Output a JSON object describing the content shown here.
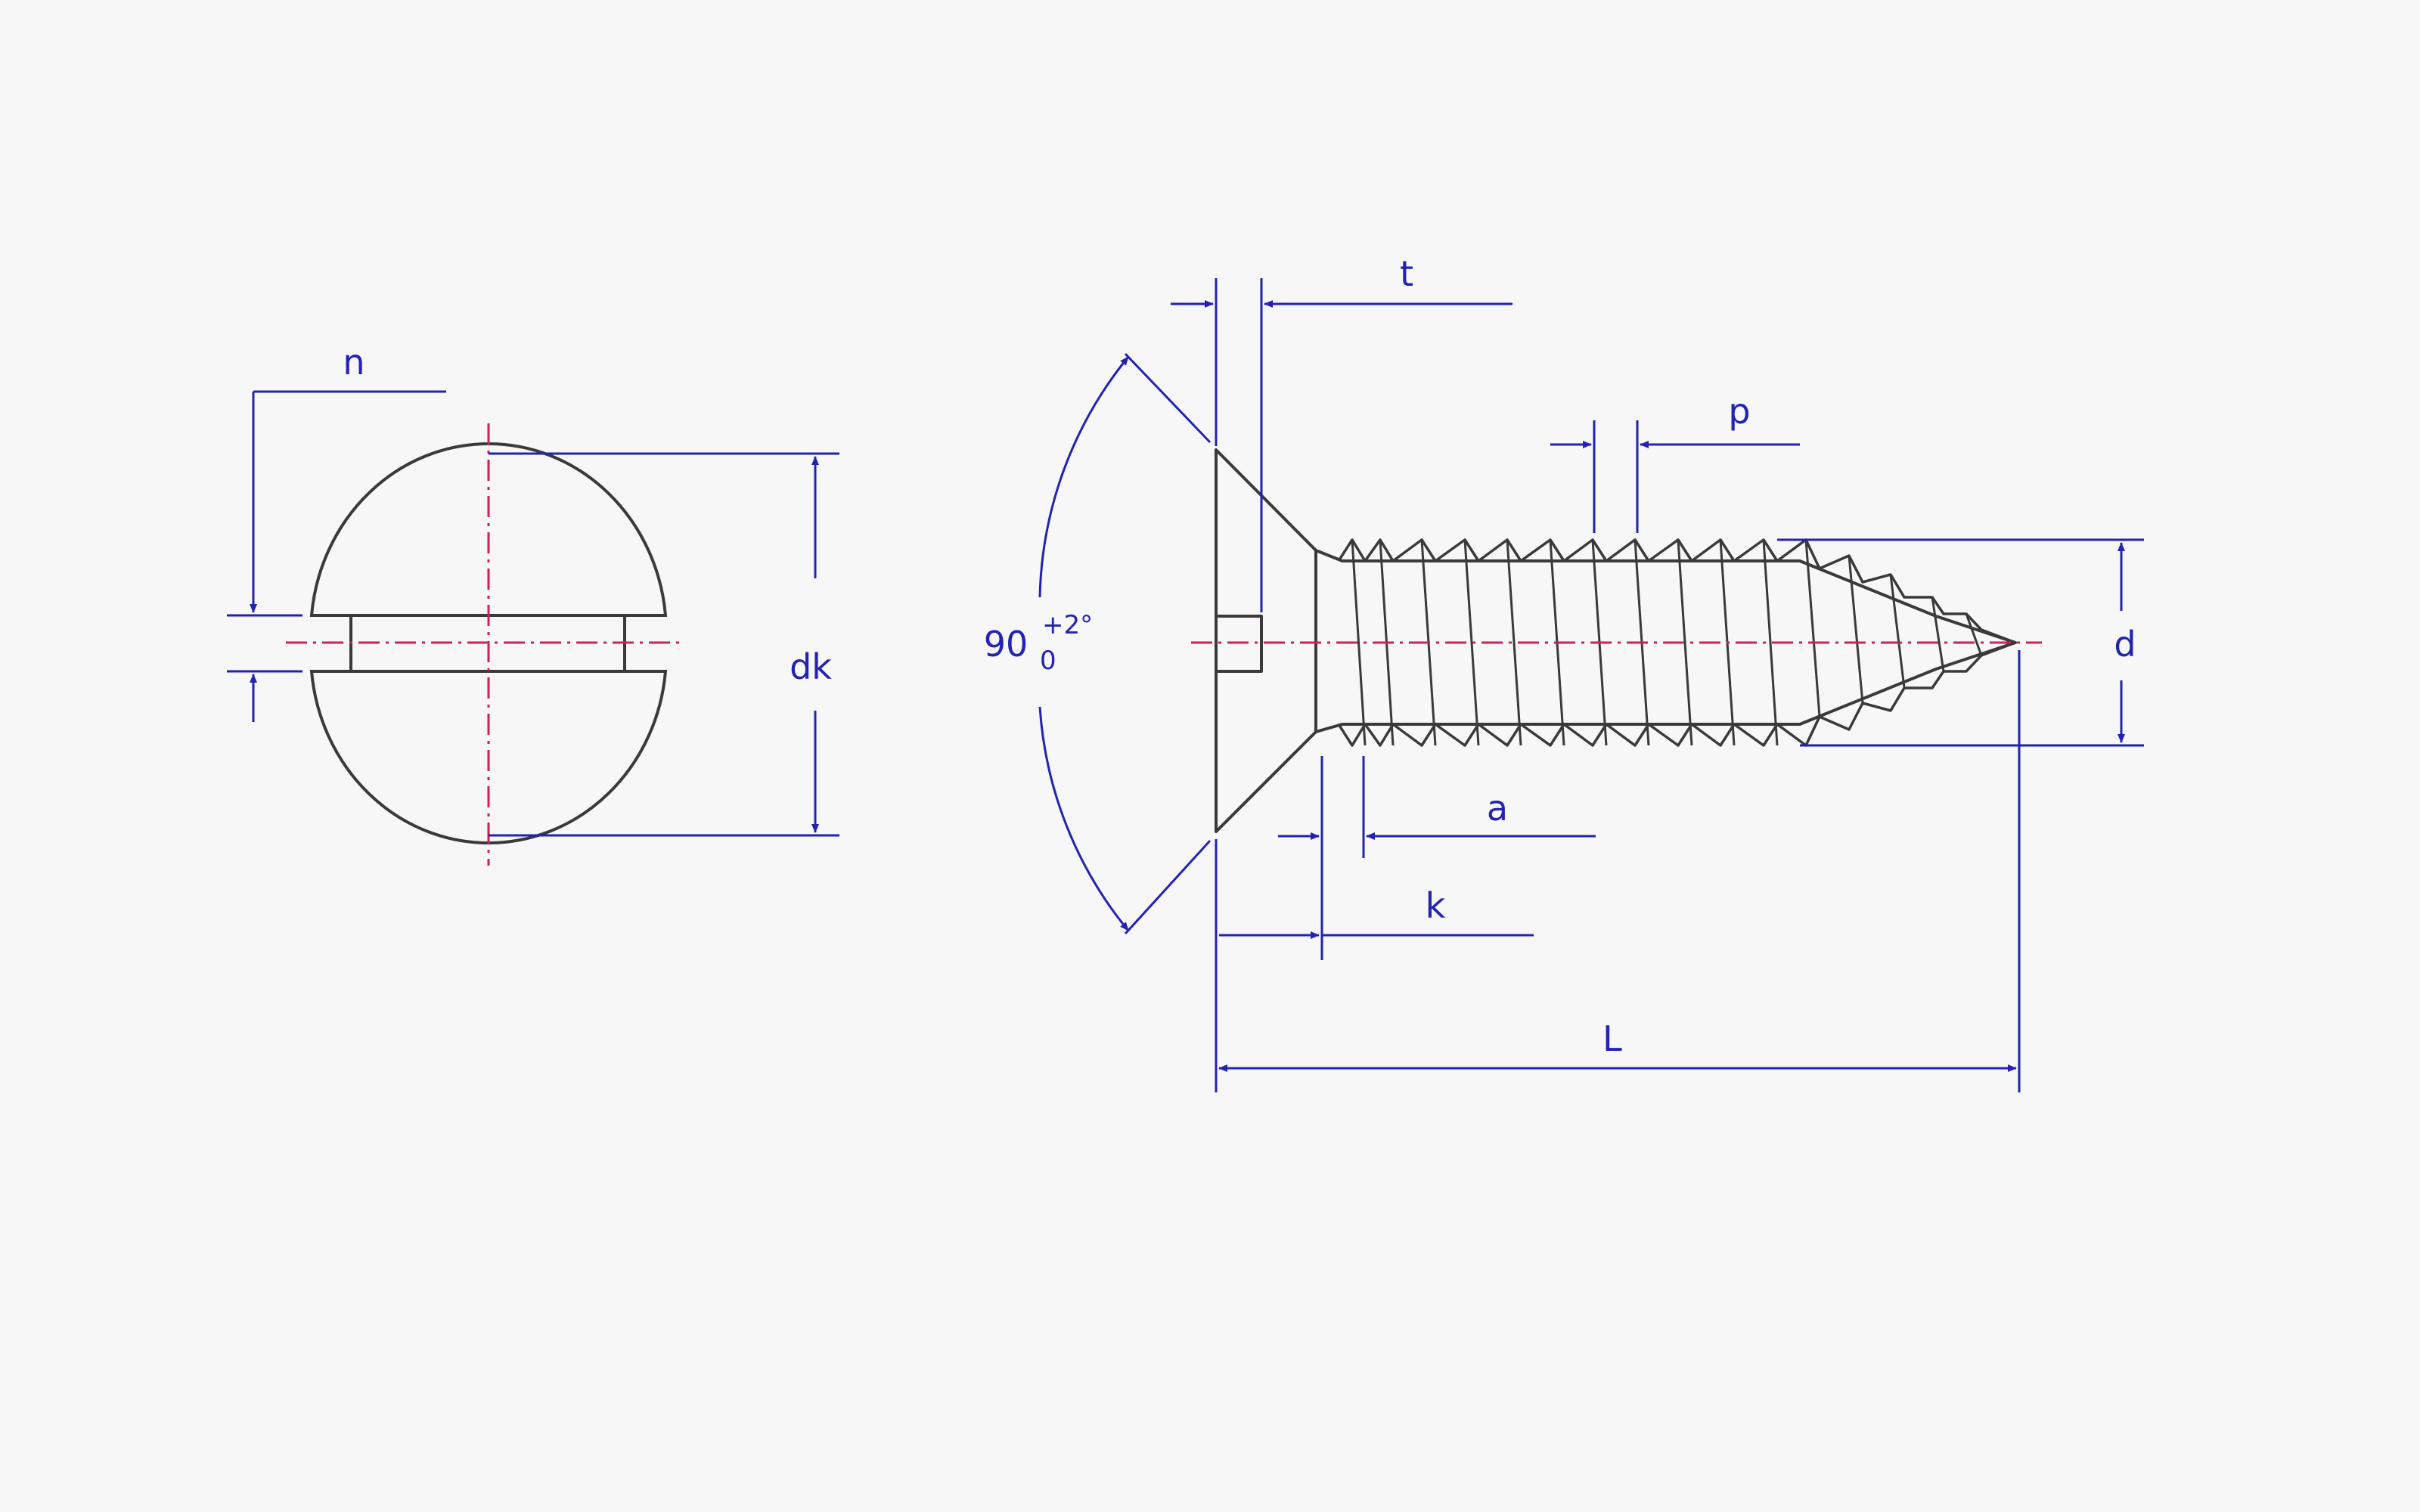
{
  "colors": {
    "background": "#f7f7f7",
    "outline": "#3a3a3a",
    "dimension": "#2222b4",
    "centerline": "#cc2255"
  },
  "labels": {
    "n": "n",
    "dk": "dk",
    "t": "t",
    "p": "p",
    "d": "d",
    "a": "a",
    "k": "k",
    "L": "L",
    "angle_main": "90",
    "angle_upper": "+2°",
    "angle_lower": "0"
  }
}
